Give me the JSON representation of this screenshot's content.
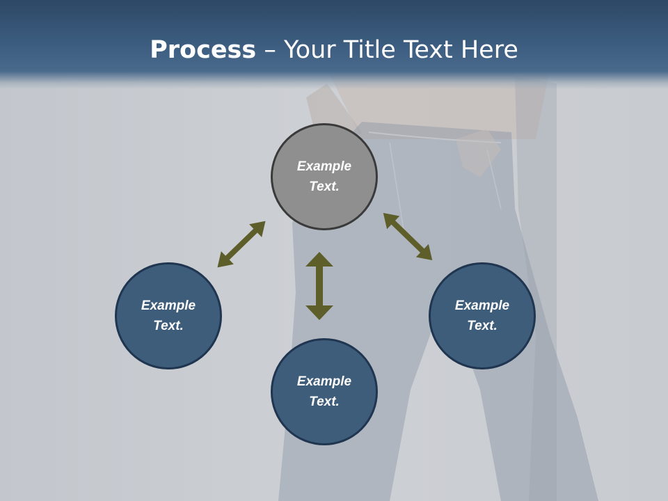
{
  "title": {
    "bold": "Process",
    "rest": " – Your Title Text Here"
  },
  "nodes": {
    "top": {
      "line1": "Example",
      "line2": "Text."
    },
    "left": {
      "line1": "Example",
      "line2": "Text."
    },
    "right": {
      "line1": "Example",
      "line2": "Text."
    },
    "bottom": {
      "line1": "Example",
      "line2": "Text."
    }
  },
  "colors": {
    "title_bar": "#3e5f82",
    "top_circle": "#8f8f8f",
    "blue_circle": "#3e5d7b",
    "arrow": "#5e5e2a",
    "background": "#c9ccd1"
  }
}
